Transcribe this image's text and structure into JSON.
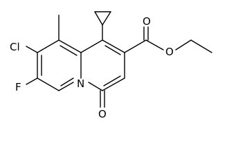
{
  "molecule": {
    "atoms": {
      "cl": "Cl",
      "f": "F",
      "n": "N",
      "o_carbonyl": "O",
      "o_ester_double": "O",
      "o_ester_single": "O"
    }
  },
  "colors": {
    "bond": "#000000",
    "label": "#000000",
    "background": "#ffffff"
  }
}
